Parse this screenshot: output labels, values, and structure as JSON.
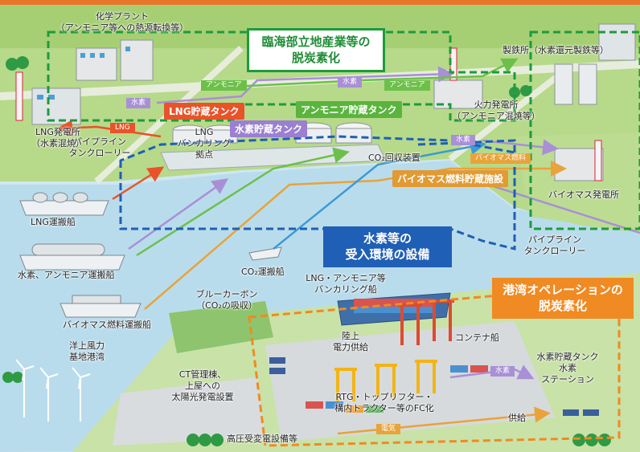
{
  "colors": {
    "lng_arrow": "#e8532a",
    "hydrogen_arrow": "#a98fd6",
    "ammonia_arrow": "#6cc04a",
    "co2_arrow": "#3d9ad6",
    "biomass_arrow": "#e8a33a",
    "zone_green": "#1e9b3b",
    "zone_blue": "#1f5fb5",
    "zone_orange": "#f08a22"
  },
  "zones": {
    "coastal_industry": "臨海部立地産業等の\n脱炭素化",
    "receiving_facilities": "水素等の\n受入環境の設備",
    "port_operation": "港湾オペレーションの\n脱炭素化"
  },
  "facilities": {
    "chemical_plant": "化学プラント\n（アンモニア等への熱源転換等）",
    "steelworks": "製鉄所（水素還元製鉄等）",
    "lng_power_plant": "LNG発電所\n（水素混焼）",
    "thermal_power_plant": "火力発電所\n（アンモニア混焼等）",
    "biomass_power_plant": "バイオマス発電所",
    "co2_recovery": "CO₂回収装置",
    "lng_bunkering_base": "LNG\nバンカリング\n拠点",
    "pipeline_tank_lorry_left": "パイプライン\nタンクローリー",
    "pipeline_tank_lorry_right": "パイプライン\nタンクローリー"
  },
  "tanks": {
    "lng_tank": "LNG貯蔵タンク",
    "hydrogen_tank": "水素貯蔵タンク",
    "ammonia_tank": "アンモニア貯蔵タンク",
    "biomass_fuel_facility": "バイオマス燃料貯蔵施設"
  },
  "flow_tags": {
    "ammonia_1": "アンモニア",
    "hydrogen_1": "水素",
    "ammonia_2": "アンモニア",
    "hydrogen_2": "水素",
    "lng": "LNG",
    "hydrogen_3": "水素",
    "biomass_fuel": "バイオマス燃料",
    "hydrogen_4": "水素",
    "electricity": "電気"
  },
  "ships": {
    "lng_carrier": "LNG運搬船",
    "h2_nh3_carrier": "水素、アンモニア運搬船",
    "biomass_carrier": "バイオマス燃料運搬船",
    "co2_carrier": "CO₂運搬船",
    "bunkering_ship": "LNG・アンモニア等\nバンカリング船",
    "container_ship": "コンテナ船"
  },
  "port_items": {
    "blue_carbon": "ブルーカーボン\n（CO₂の吸収）",
    "offshore_wind_port": "洋上風力\n基地港湾",
    "shore_power": "陸上\n電力供給",
    "ct_solar": "CT管理棟、\n上屋への\n太陽光発電設置",
    "rtg_fc": "RTG・トップリフター・\n構内トラクター等のFC化",
    "hydrogen_station": "水素貯蔵タンク\n水素\nステーション",
    "supply": "供給",
    "substation": "高圧受変電設備等"
  }
}
